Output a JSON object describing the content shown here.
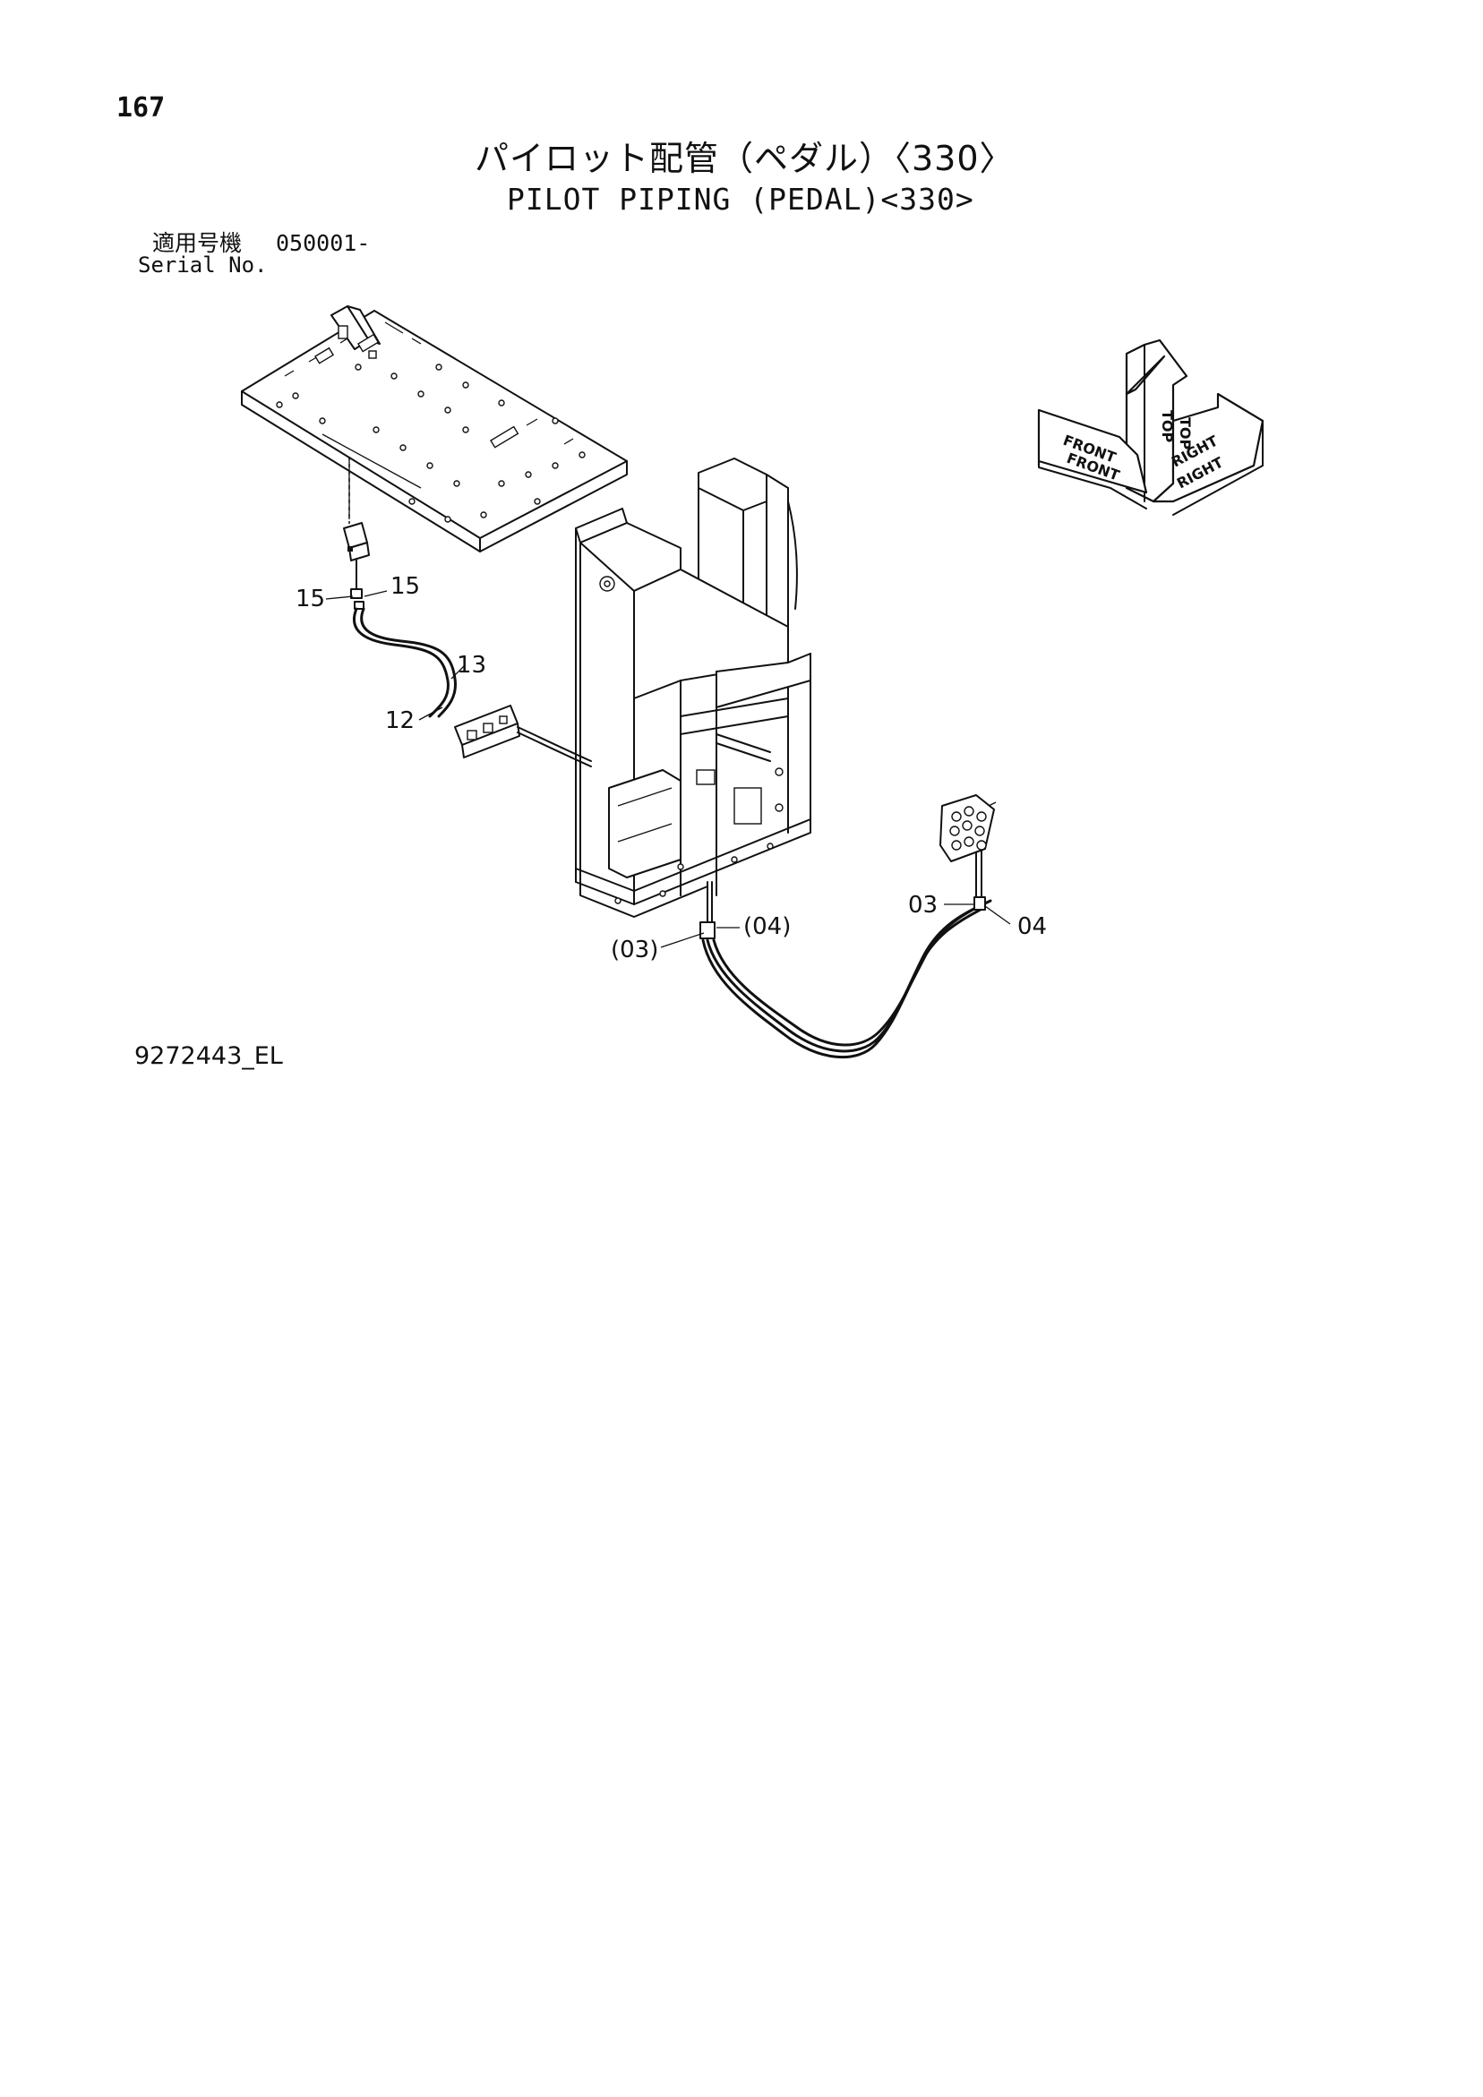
{
  "header": {
    "page_number": "167",
    "title_jp": "パイロット配管（ペダル）〈330〉",
    "title_en": "PILOT PIPING (PEDAL)<330>"
  },
  "serial": {
    "label_jp": "適用号機",
    "range": "050001-",
    "label_en": "Serial No."
  },
  "orientation_indicator": {
    "top_label": "TOP",
    "front_label": "FRONT",
    "right_label": "RIGHT"
  },
  "callouts": {
    "c15_left": "15",
    "c15_right": "15",
    "c13": "13",
    "c12": "12",
    "c03_paren": "(03)",
    "c04_paren": "(04)",
    "c03": "03",
    "c04": "04"
  },
  "footer": {
    "drawing_id": "9272443_EL"
  },
  "colors": {
    "line": "#111111",
    "background": "#ffffff"
  }
}
